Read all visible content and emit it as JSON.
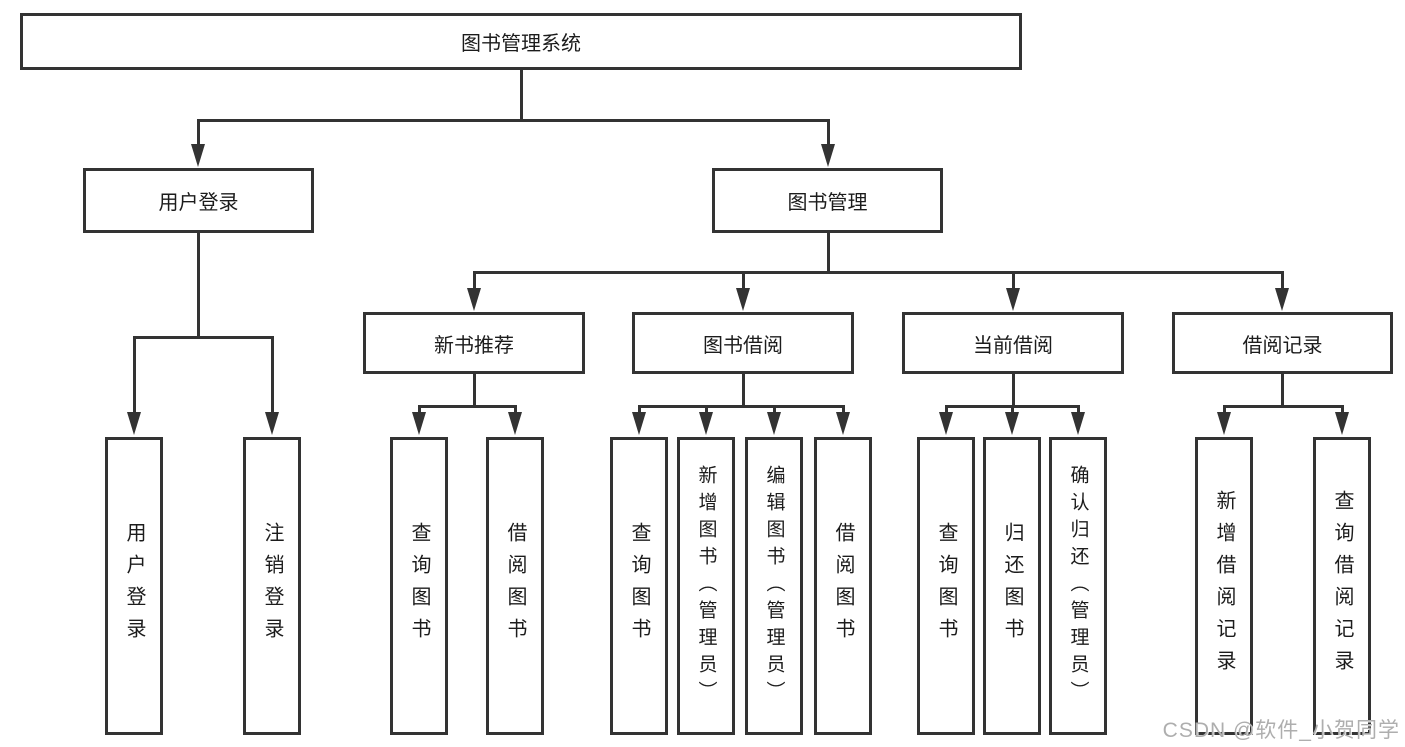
{
  "page": {
    "watermark": "CSDN @软件_小贺同学",
    "background": "#ffffff"
  },
  "colors": {
    "line": "#333333",
    "text": "#1c1c1c",
    "box_background": "#ffffff"
  },
  "diagram": {
    "type": "tree",
    "root": {
      "label": "图书管理系统"
    },
    "branches": [
      {
        "label": "用户登录",
        "children": [
          {
            "label": "用户登录"
          },
          {
            "label": "注销登录"
          }
        ]
      },
      {
        "label": "图书管理",
        "sections": [
          {
            "label": "新书推荐",
            "children": [
              {
                "label": "查询图书"
              },
              {
                "label": "借阅图书"
              }
            ]
          },
          {
            "label": "图书借阅",
            "children": [
              {
                "label": "查询图书"
              },
              {
                "label": "新增图书（管理员）"
              },
              {
                "label": "编辑图书（管理员）"
              },
              {
                "label": "借阅图书"
              }
            ]
          },
          {
            "label": "当前借阅",
            "children": [
              {
                "label": "查询图书"
              },
              {
                "label": "归还图书"
              },
              {
                "label": "确认归还（管理员）"
              }
            ]
          },
          {
            "label": "借阅记录",
            "children": [
              {
                "label": "新增借阅记录"
              },
              {
                "label": "查询借阅记录"
              }
            ]
          }
        ]
      }
    ]
  }
}
